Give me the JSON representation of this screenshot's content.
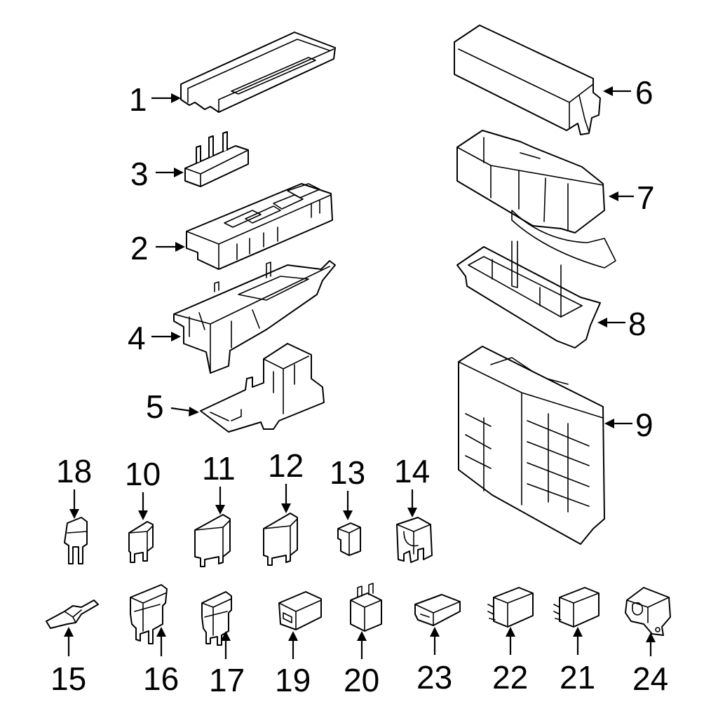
{
  "diagram": {
    "callouts": [
      {
        "id": "p1",
        "number": "1"
      },
      {
        "id": "p2",
        "number": "2"
      },
      {
        "id": "p3",
        "number": "3"
      },
      {
        "id": "p4",
        "number": "4"
      },
      {
        "id": "p5",
        "number": "5"
      },
      {
        "id": "p6",
        "number": "6"
      },
      {
        "id": "p7",
        "number": "7"
      },
      {
        "id": "p8",
        "number": "8"
      },
      {
        "id": "p9",
        "number": "9"
      },
      {
        "id": "p10",
        "number": "10"
      },
      {
        "id": "p11",
        "number": "11"
      },
      {
        "id": "p12",
        "number": "12"
      },
      {
        "id": "p13",
        "number": "13"
      },
      {
        "id": "p14",
        "number": "14"
      },
      {
        "id": "p15",
        "number": "15"
      },
      {
        "id": "p16",
        "number": "16"
      },
      {
        "id": "p17",
        "number": "17"
      },
      {
        "id": "p18",
        "number": "18"
      },
      {
        "id": "p19",
        "number": "19"
      },
      {
        "id": "p20",
        "number": "20"
      },
      {
        "id": "p21",
        "number": "21"
      },
      {
        "id": "p22",
        "number": "22"
      },
      {
        "id": "p23",
        "number": "23"
      },
      {
        "id": "p24",
        "number": "24"
      }
    ]
  }
}
